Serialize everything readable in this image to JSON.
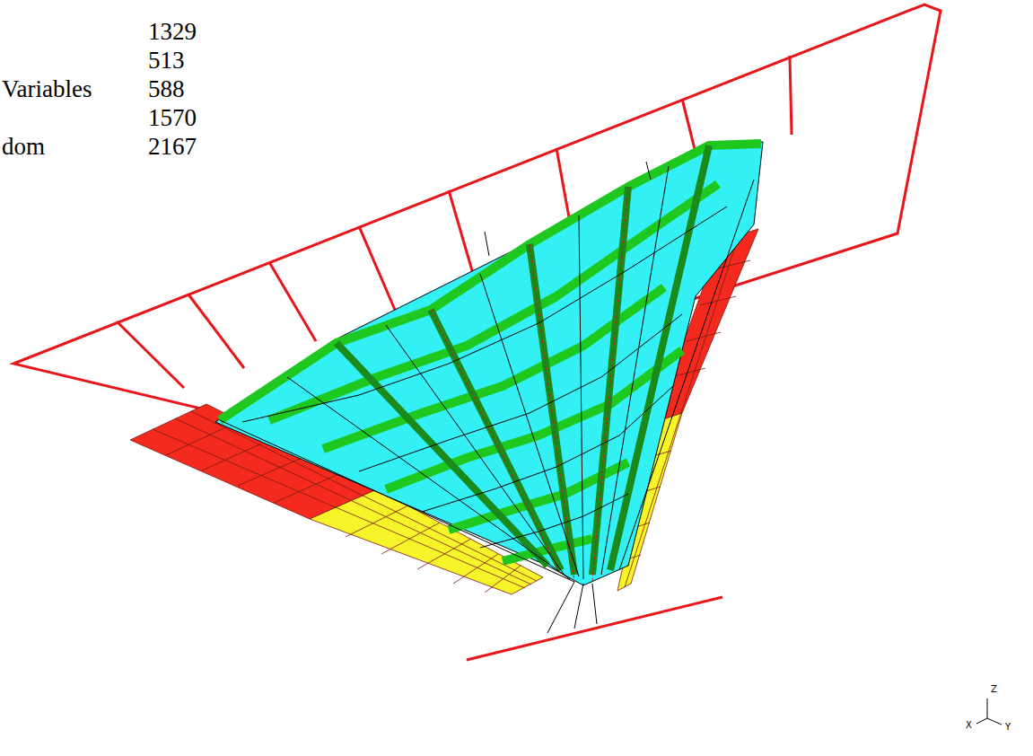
{
  "diagram": {
    "labels": [
      "1329",
      "513",
      "Variables",
      "588",
      "1570",
      "dom",
      "2167",
      "Z",
      "X",
      "Y"
    ]
  }
}
